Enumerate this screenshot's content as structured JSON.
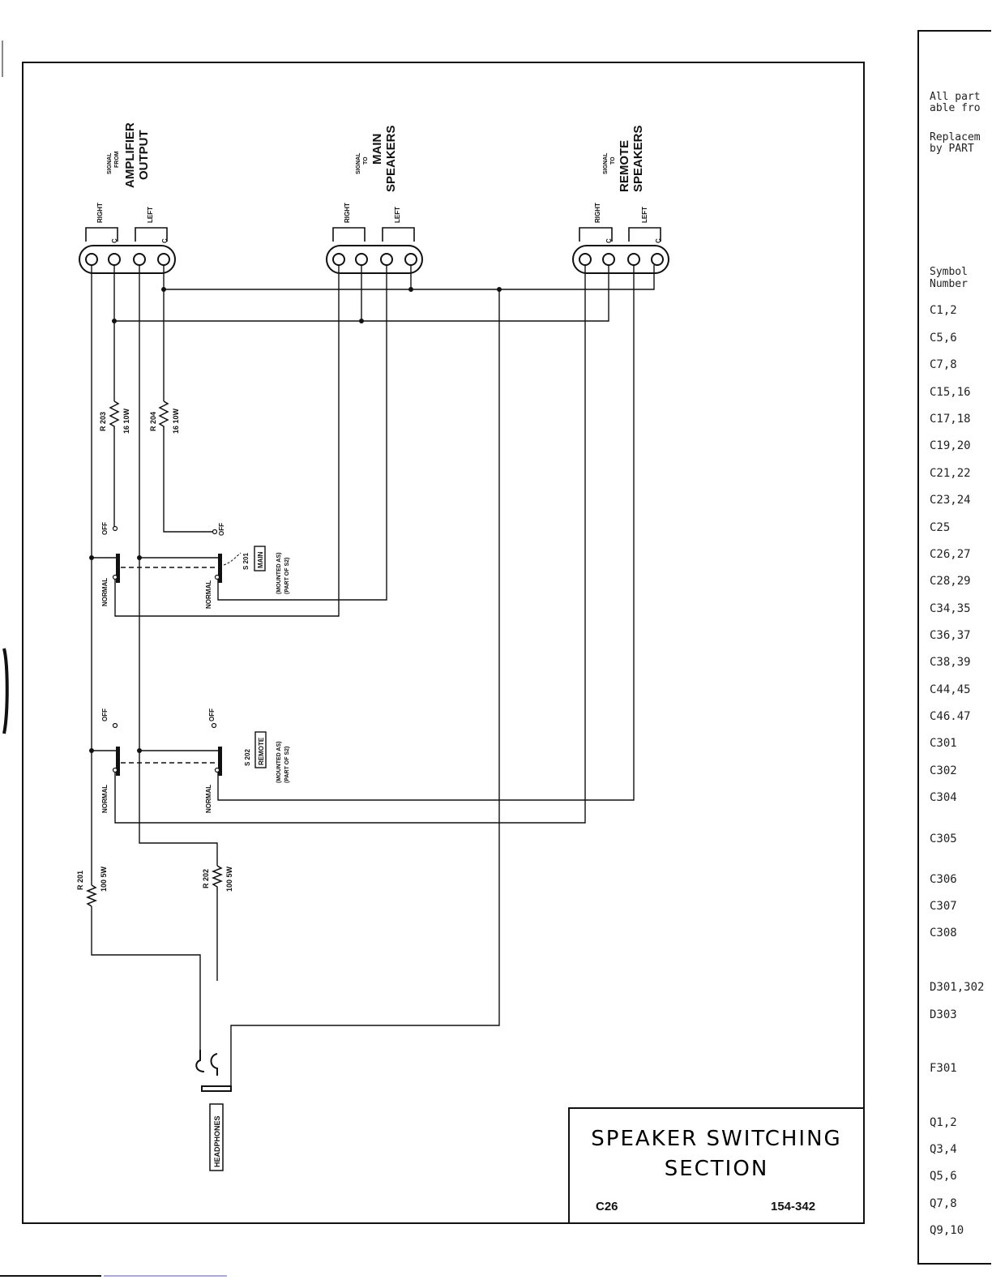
{
  "connectors": [
    {
      "signal": "SIGNAL",
      "prep": "FROM",
      "name1": "AMPLIFIER",
      "name2": "OUTPUT",
      "right": "RIGHT",
      "left": "LEFT",
      "c": "C"
    },
    {
      "signal": "SIGNAL",
      "prep": "TO",
      "name1": "MAIN",
      "name2": "SPEAKERS",
      "right": "RIGHT",
      "left": "LEFT",
      "c": ""
    },
    {
      "signal": "SIGNAL",
      "prep": "TO",
      "name1": "REMOTE",
      "name2": "SPEAKERS",
      "right": "RIGHT",
      "left": "LEFT",
      "c": "C"
    }
  ],
  "resistors": {
    "r203": {
      "name": "R 203",
      "value": "16  10W"
    },
    "r204": {
      "name": "R 204",
      "value": "16  10W"
    },
    "r201": {
      "name": "R 201",
      "value": "100  5W"
    },
    "r202": {
      "name": "R 202",
      "value": "100  5W"
    }
  },
  "switches": {
    "s201": {
      "name": "S 201",
      "box": "MAIN",
      "mount1": "(MOUNTED AS)",
      "mount2": "(PART OF S2)"
    },
    "s202": {
      "name": "S 202",
      "box": "REMOTE",
      "mount1": "(MOUNTED AS)",
      "mount2": "(PART OF S2)"
    }
  },
  "terms": {
    "off": "OFF",
    "normal": "NORMAL"
  },
  "headphones": "HEADPHONES",
  "title_block": {
    "line1": "SPEAKER SWITCHING",
    "line2": "SECTION",
    "code": "C26",
    "number": "154-342"
  },
  "parts_panel": {
    "intro1": "All part",
    "intro2": "able fro",
    "repl1": "Replacem",
    "repl2": "by PART",
    "header1": "Symbol",
    "header2": "Number",
    "symbols": [
      "C1,2",
      "C5,6",
      "C7,8",
      "C15,16",
      "C17,18",
      "C19,20",
      "C21,22",
      "C23,24",
      "C25",
      "C26,27",
      "C28,29",
      "C34,35",
      "C36,37",
      "C38,39",
      "C44,45",
      "C46.47",
      "C301",
      "C302",
      "C304",
      "C305",
      "C306",
      "C307",
      "C308",
      "D301,302",
      "D303",
      "F301",
      "Q1,2",
      "Q3,4",
      "Q5,6",
      "Q7,8",
      "Q9,10"
    ]
  }
}
